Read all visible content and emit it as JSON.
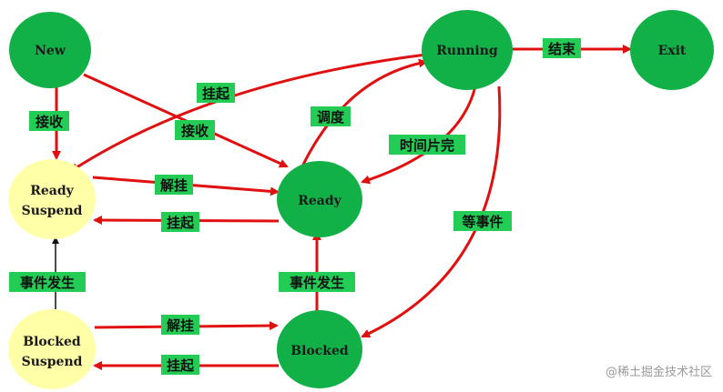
{
  "colors": {
    "node_green": "#12b148",
    "node_yellow": "#ffffa8",
    "arrow_red": "#e01010",
    "label_bg": "#22cc55",
    "black_arrow": "#111111"
  },
  "nodes": {
    "new": "New",
    "running": "Running",
    "exit": "Exit",
    "ready_suspend": [
      "Ready",
      "Suspend"
    ],
    "ready": "Ready",
    "blocked_suspend": [
      "Blocked",
      "Suspend"
    ],
    "blocked": "Blocked"
  },
  "edges": {
    "running_exit": "结束",
    "running_readysuspend": "挂起",
    "new_readysuspend": "接收",
    "new_ready": "接收",
    "ready_running": "调度",
    "running_ready": "时间片完",
    "readysuspend_ready": "解挂",
    "ready_readysuspend": "挂起",
    "running_blocked": "等事件",
    "blockedsuspend_readysuspend": "事件发生",
    "blocked_ready": "事件发生",
    "blockedsuspend_blocked": "解挂",
    "blocked_blockedsuspend": "挂起"
  },
  "watermark": "@稀土掘金技术社区"
}
